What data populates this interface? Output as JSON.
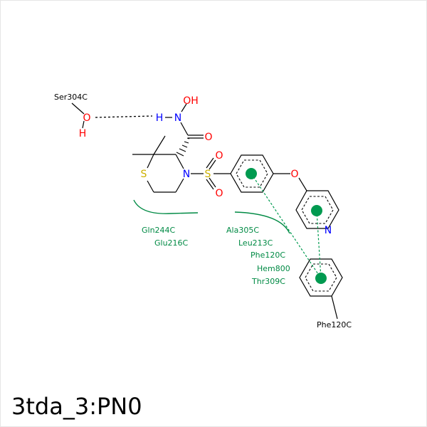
{
  "title": "3tda_3:PN0",
  "atoms": {
    "ser_o": "O",
    "ser_h": "H",
    "h_n": "H",
    "n_amide": "N",
    "o_hydroxyl": "OH",
    "o_carbonyl": "O",
    "s_ring": "S",
    "n_ring": "N",
    "s_sulfonyl": "S",
    "o_sulfonyl_top": "O",
    "o_sulfonyl_bottom": "O",
    "o_ether": "O",
    "n_pyridine": "N"
  },
  "residues": {
    "ser304c": "Ser304C",
    "gln244c": "Gln244C",
    "glu216c": "Glu216C",
    "ala305c": "Ala305C",
    "leu213c": "Leu213C",
    "phe120c_label": "Phe120C",
    "hem800": "Hem800",
    "thr309c": "Thr309C",
    "phe120c_ring": "Phe120C"
  },
  "colors": {
    "bond": "#000000",
    "oxygen": "#ff0000",
    "nitrogen": "#0000ff",
    "sulfur": "#ccb000",
    "hydrophobic": "#008a44",
    "pi_stack": "#009a50"
  }
}
